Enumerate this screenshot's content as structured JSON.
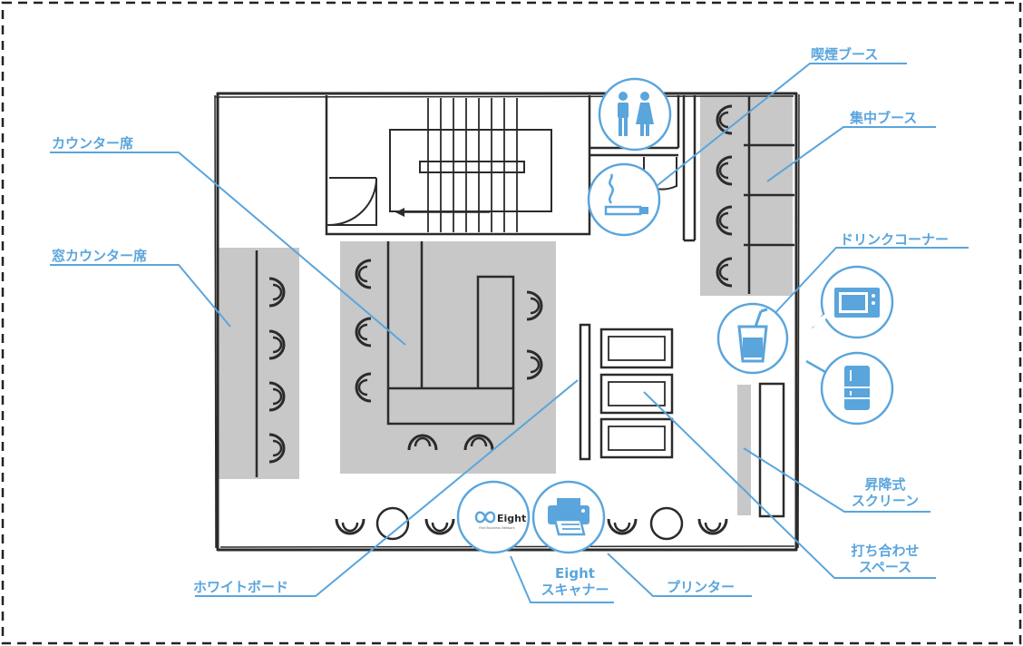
{
  "title": "",
  "labels": {
    "smoking_booth": "喫煙ブース",
    "focus_booth": "集中ブース",
    "counter_seats": "カウンター席",
    "window_counter_seats": "窓カウンター席",
    "drink_corner": "ドリンクコーナー",
    "lift_screen_1": "昇降式",
    "lift_screen_2": "スクリーン",
    "meeting_space_1": "打ち合わせ",
    "meeting_space_2": "スペース",
    "whiteboard": "ホワイトボード",
    "eight_scanner_1": "Eight",
    "eight_scanner_2": "スキャナー",
    "printer": "プリンター"
  },
  "eight_logo": {
    "name": "Eight",
    "tagline": "Find Business Network"
  },
  "icons": {
    "restroom": "restroom-icon",
    "smoking": "smoking-icon",
    "drink": "drink-cup-icon",
    "microwave": "microwave-icon",
    "fridge": "refrigerator-icon",
    "printer": "printer-icon",
    "eight": "eight-logo-icon"
  },
  "colors": {
    "accent": "#5aa5dc",
    "seat_area": "#c8c8c8",
    "wall": "#2b2b2b",
    "frame_dash": "#222222"
  }
}
